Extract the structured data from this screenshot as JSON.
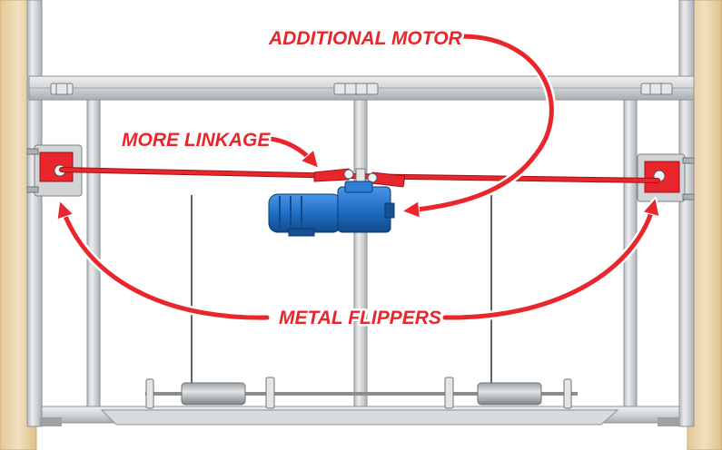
{
  "labels": {
    "additional_motor": "ADDITIONAL MOTOR",
    "more_linkage": "MORE LINKAGE",
    "metal_flippers": "METAL FLIPPERS"
  },
  "colors": {
    "accent_red": "#e8262b",
    "motor_blue": "#1f6fc6",
    "frame_gray": "#cfd2d4",
    "wood": "#ead7b1"
  },
  "icons": {
    "motor": "electric-motor-icon"
  }
}
